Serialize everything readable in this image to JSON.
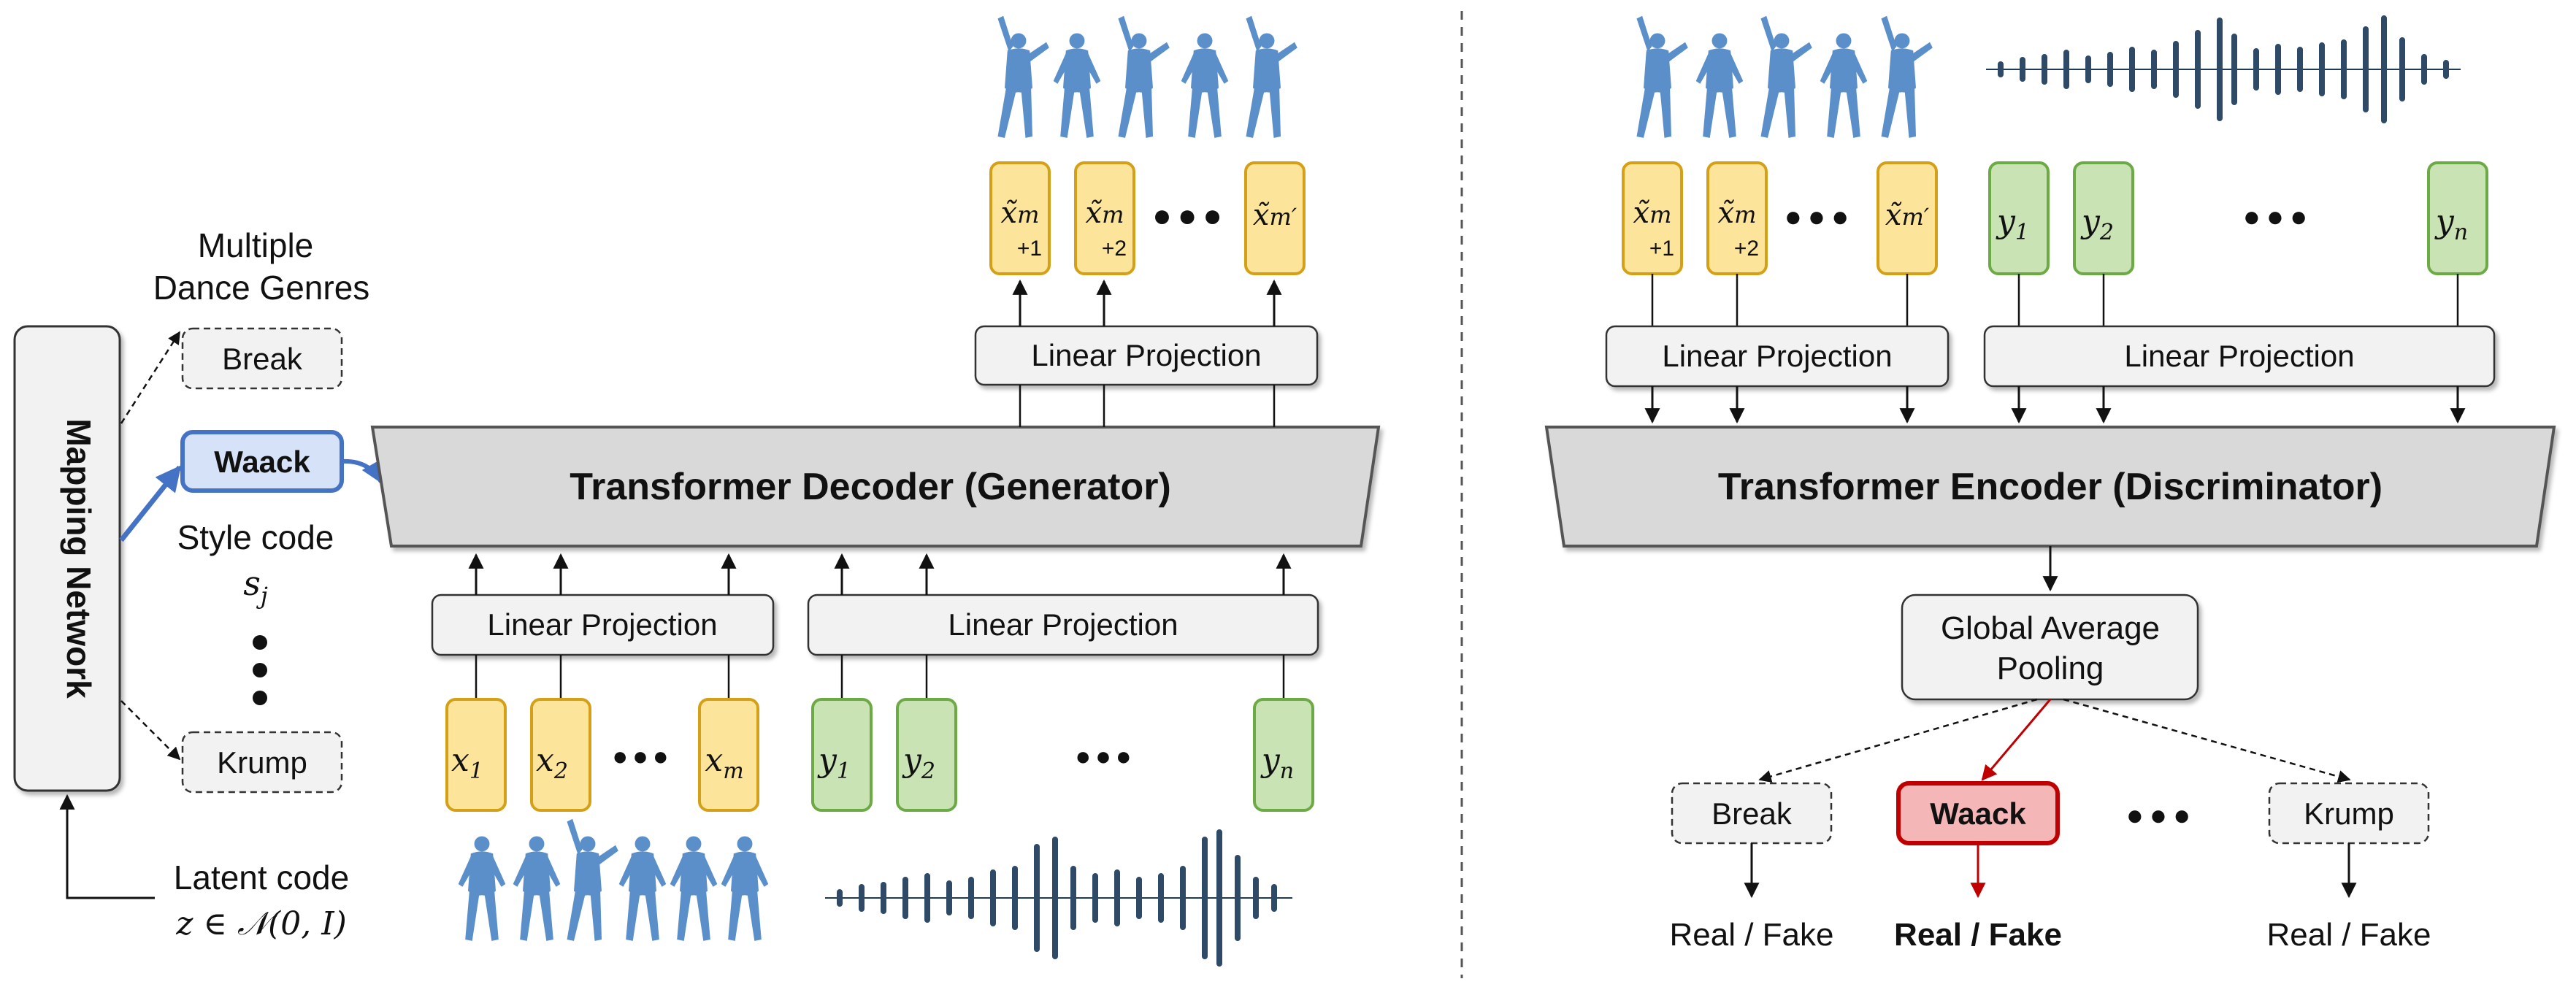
{
  "colors": {
    "motion_token_fill": "#FCE49A",
    "motion_token_stroke": "#D4A017",
    "music_token_fill": "#C9E3B4",
    "music_token_stroke": "#6BAA45",
    "style_fill": "#D6E2F7",
    "style_stroke": "#4472C4",
    "highlight_fill": "#F4B6B6",
    "highlight_stroke": "#C00000",
    "transformer_fill": "#D9D9D9",
    "figure_blue": "#5B8FC9"
  },
  "generator": {
    "mapping_network": "Mapping Network",
    "genres_title_line1": "Multiple",
    "genres_title_line2": "Dance Genres",
    "genre_break": "Break",
    "genre_waack": "Waack",
    "genre_krump": "Krump",
    "style_code_label": "Style code",
    "style_code_symbol": "s",
    "style_code_sub": "j",
    "latent_code_label": "Latent code",
    "latent_code_formula": "z ∈ 𝒩(0, I)",
    "decoder_title": "Transformer Decoder (Generator)",
    "linear_projection": "Linear Projection",
    "ellipsis": "●●●",
    "input_motion_tokens": [
      {
        "base": "x",
        "sub": "1"
      },
      {
        "base": "x",
        "sub": "2"
      },
      {
        "base": "x",
        "sub": "m"
      }
    ],
    "input_music_tokens": [
      {
        "base": "y",
        "sub": "1"
      },
      {
        "base": "y",
        "sub": "2"
      },
      {
        "base": "y",
        "sub": "n"
      }
    ],
    "output_tokens": [
      {
        "base": "x̃",
        "sub": "m",
        "sub2": "+1"
      },
      {
        "base": "x̃",
        "sub": "m",
        "sub2": "+2"
      },
      {
        "base": "x̃",
        "sub": "m′",
        "sub2": ""
      }
    ]
  },
  "discriminator": {
    "encoder_title": "Transformer Encoder (Discriminator)",
    "linear_projection": "Linear Projection",
    "pooling_line1": "Global Average",
    "pooling_line2": "Pooling",
    "heads": [
      {
        "genre": "Break",
        "result": "Real / Fake"
      },
      {
        "genre": "Waack",
        "result": "Real / Fake"
      },
      {
        "genre": "Krump",
        "result": "Real / Fake"
      }
    ],
    "ellipsis": "●●●",
    "motion_tokens": [
      {
        "base": "x̃",
        "sub": "m",
        "sub2": "+1"
      },
      {
        "base": "x̃",
        "sub": "m",
        "sub2": "+2"
      },
      {
        "base": "x̃",
        "sub": "m′",
        "sub2": ""
      }
    ],
    "music_tokens": [
      {
        "base": "y",
        "sub": "1"
      },
      {
        "base": "y",
        "sub": "2"
      },
      {
        "base": "y",
        "sub": "n"
      }
    ]
  }
}
